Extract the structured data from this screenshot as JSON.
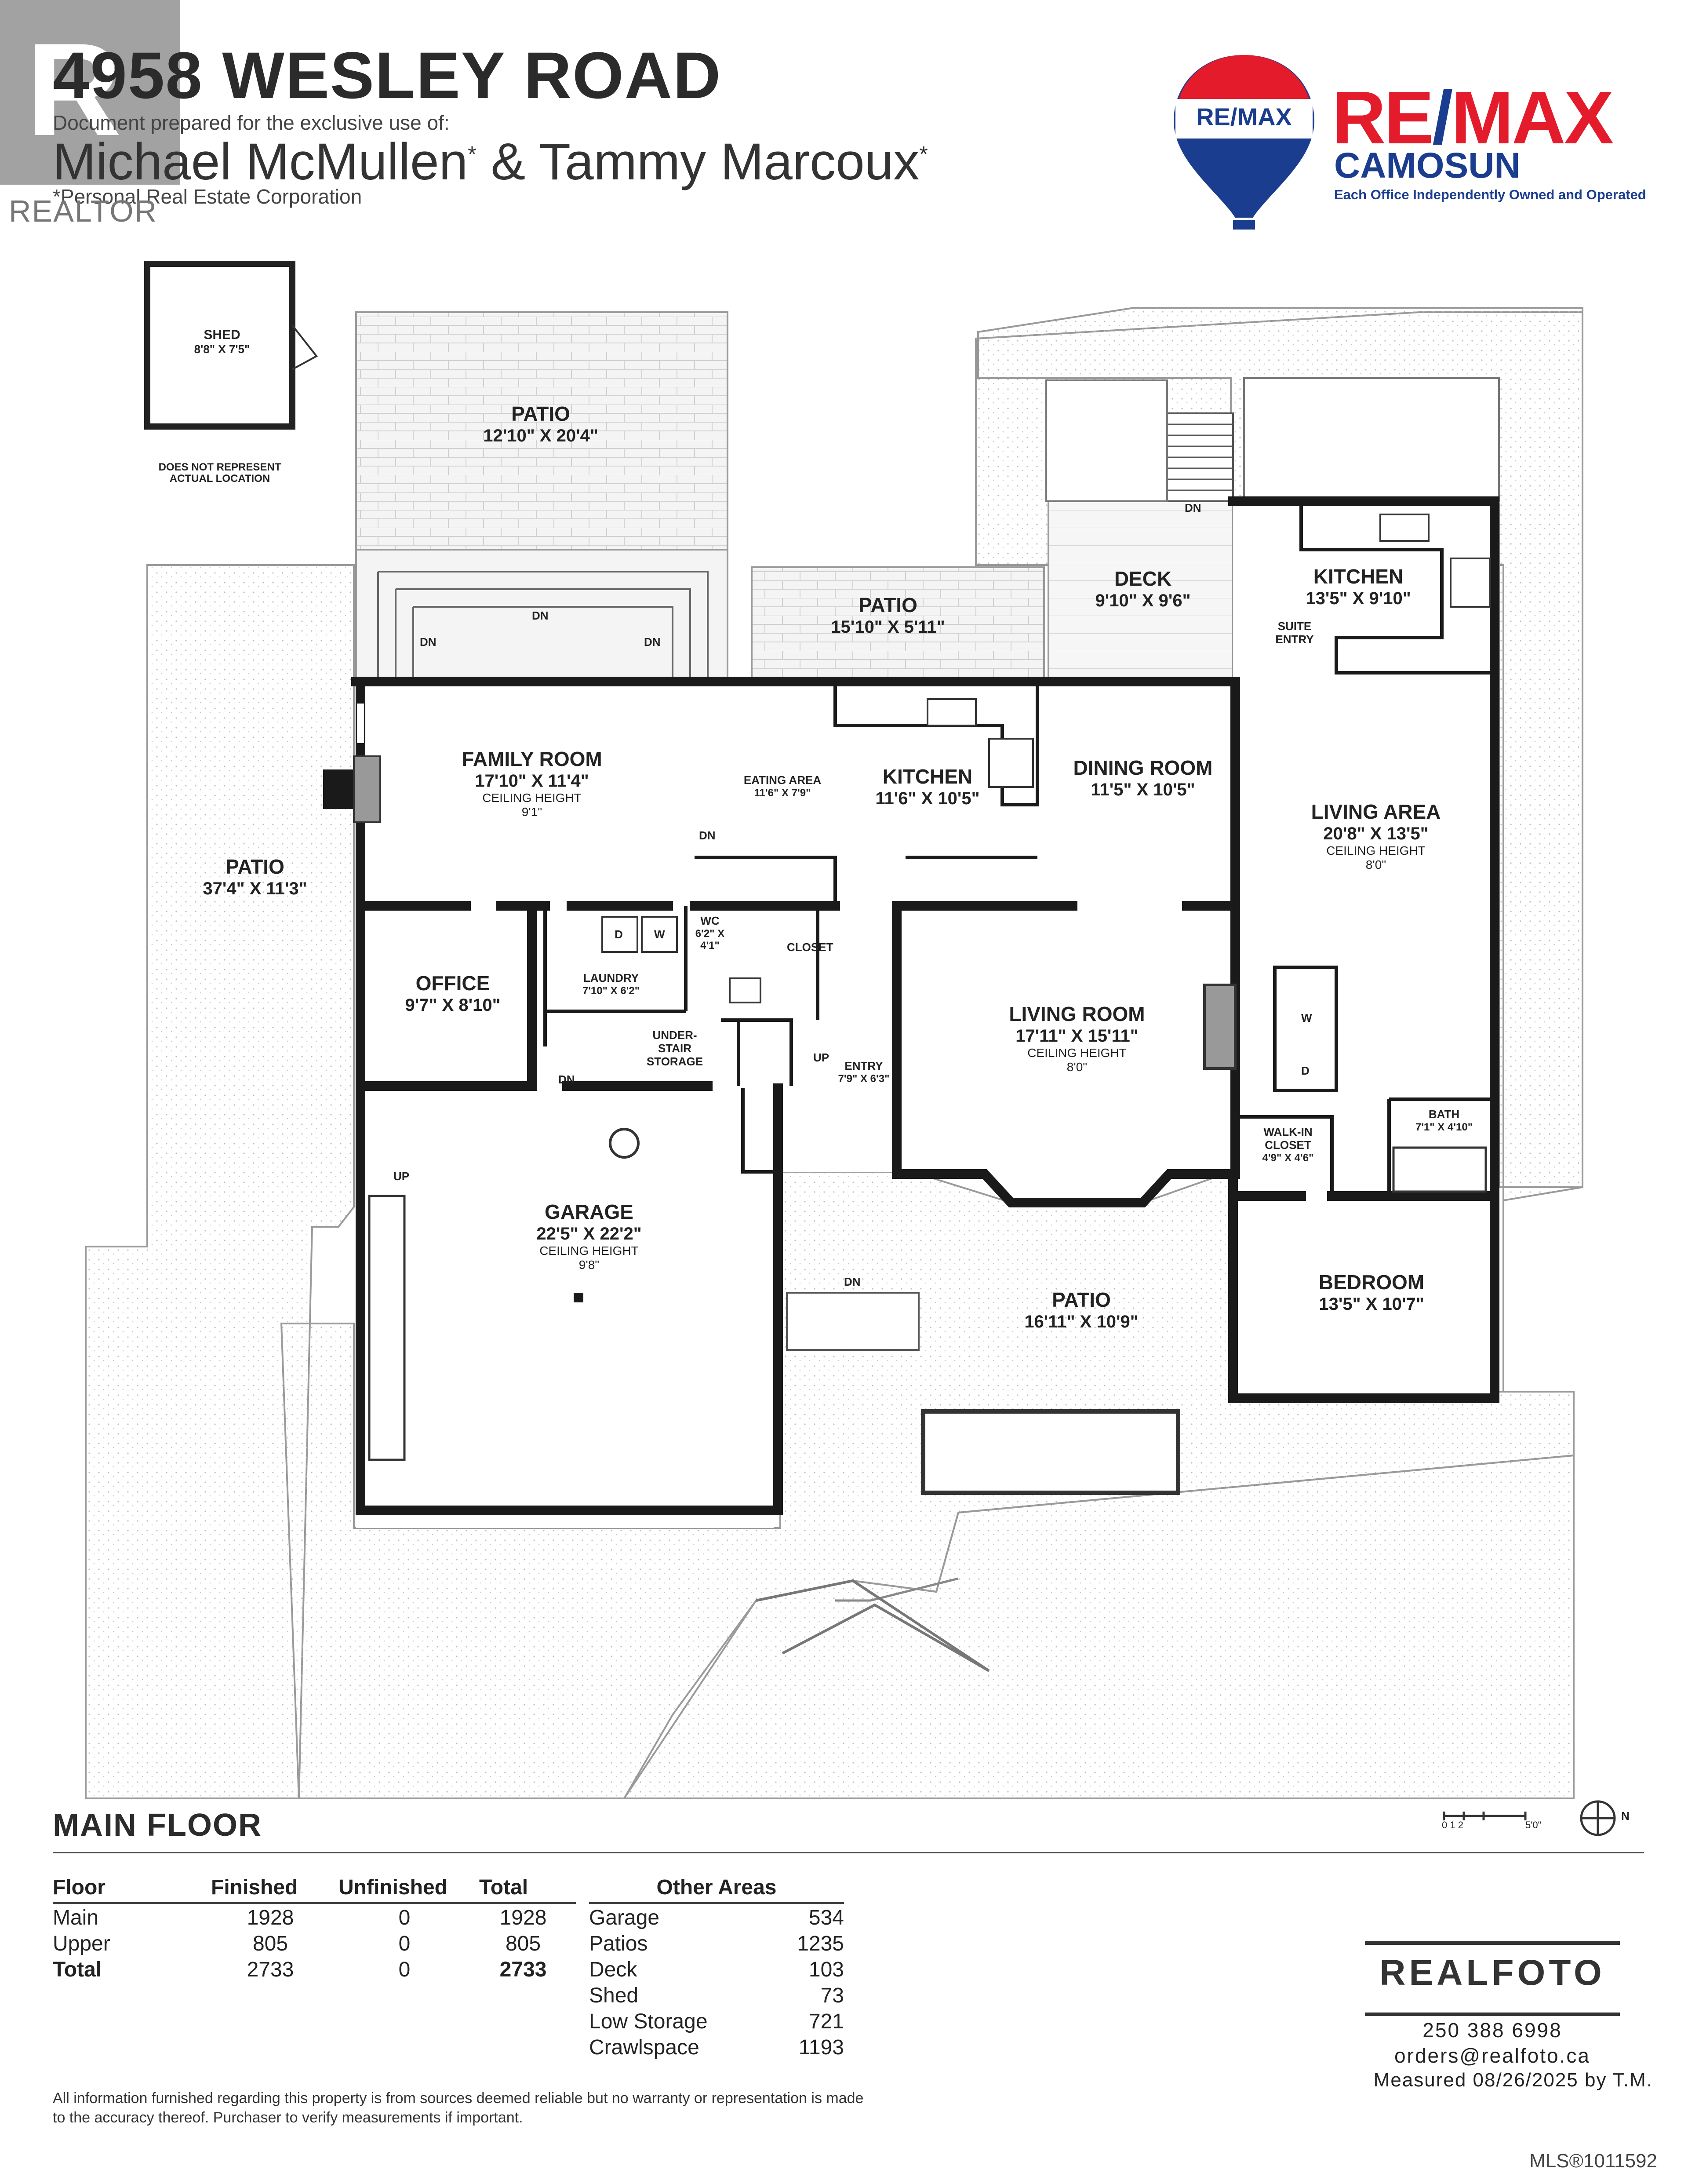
{
  "header": {
    "title": "4958 WESLEY ROAD",
    "prepared_for": "Document prepared for the exclusive use of:",
    "agent_one": "Michael McMullen",
    "agent_two": "Tammy Marcoux",
    "ampersand": "&",
    "asterisk": "*",
    "corporation": "*Personal Real Estate Corporation"
  },
  "watermark": {
    "realtor": "REALTOR",
    "r_mark": "R"
  },
  "brand": {
    "balloon_text": "RE/MAX",
    "name_re": "RE",
    "name_slash": "/",
    "name_max": "MAX",
    "office": "CAMOSUN",
    "tagline": "Each Office Independently Owned and Operated",
    "colors": {
      "red": "#e41b2b",
      "blue": "#1b3d8f"
    }
  },
  "rooms": {
    "shed": {
      "name": "SHED",
      "dims": "8'8\" X 7'5\""
    },
    "shed_note": {
      "line1": "DOES NOT REPRESENT",
      "line2": "ACTUAL LOCATION"
    },
    "patio_top": {
      "name": "PATIO",
      "dims": "12'10\" X 20'4\""
    },
    "patio_mid": {
      "name": "PATIO",
      "dims": "15'10\" X 5'11\""
    },
    "deck": {
      "name": "DECK",
      "dims": "9'10\" X 9'6\""
    },
    "suite_kitchen": {
      "name": "KITCHEN",
      "dims": "13'5\" X 9'10\""
    },
    "suite_entry": {
      "line1": "SUITE",
      "line2": "ENTRY"
    },
    "family_room": {
      "name": "FAMILY ROOM",
      "dims": "17'10\" X 11'4\"",
      "ceiling": "CEILING HEIGHT",
      "height": "9'1\""
    },
    "eating_area": {
      "name": "EATING AREA",
      "dims": "11'6\" X 7'9\""
    },
    "kitchen": {
      "name": "KITCHEN",
      "dims": "11'6\" X 10'5\""
    },
    "dining_room": {
      "name": "DINING ROOM",
      "dims": "11'5\" X 10'5\""
    },
    "living_area": {
      "name": "LIVING AREA",
      "dims": "20'8\" X 13'5\"",
      "ceiling": "CEILING HEIGHT",
      "height": "8'0\""
    },
    "patio_west": {
      "name": "PATIO",
      "dims": "37'4\" X 11'3\""
    },
    "office": {
      "name": "OFFICE",
      "dims": "9'7\" X 8'10\""
    },
    "laundry": {
      "name": "LAUNDRY",
      "dims": "7'10\" X 6'2\""
    },
    "wc": {
      "name": "WC",
      "dims": "6'2\" X 4'1\""
    },
    "closet": {
      "name": "CLOSET"
    },
    "under_stair": {
      "line1": "UNDER-",
      "line2": "STAIR",
      "line3": "STORAGE"
    },
    "entry": {
      "name": "ENTRY",
      "dims": "7'9\" X 6'3\""
    },
    "living_room": {
      "name": "LIVING ROOM",
      "dims": "17'11\" X 15'11\"",
      "ceiling": "CEILING HEIGHT",
      "height": "8'0\""
    },
    "walk_in_closet": {
      "line1": "WALK-IN",
      "line2": "CLOSET",
      "dims": "4'9\" X 4'6\""
    },
    "bath": {
      "name": "BATH",
      "dims": "7'1\" X 4'10\""
    },
    "garage": {
      "name": "GARAGE",
      "dims": "22'5\" X 22'2\"",
      "ceiling": "CEILING HEIGHT",
      "height": "9'8\""
    },
    "patio_south": {
      "name": "PATIO",
      "dims": "16'11\" X 10'9\""
    },
    "bedroom": {
      "name": "BEDROOM",
      "dims": "13'5\" X 10'7\""
    }
  },
  "tags": {
    "dn": "DN",
    "up": "UP",
    "washer": "W",
    "dryer": "D"
  },
  "floor": {
    "label": "MAIN FLOOR"
  },
  "scale": {
    "ticks": "0 1 2",
    "end": "5'0\"",
    "north": "N"
  },
  "area_table": {
    "headers": [
      "Floor",
      "Finished",
      "Unfinished",
      "Total"
    ],
    "rows": [
      {
        "floor": "Main",
        "finished": "1928",
        "unfinished": "0",
        "total": "1928"
      },
      {
        "floor": "Upper",
        "finished": "805",
        "unfinished": "0",
        "total": "805"
      },
      {
        "floor": "Total",
        "finished": "2733",
        "unfinished": "0",
        "total": "2733"
      }
    ]
  },
  "other_areas": {
    "header": "Other Areas",
    "rows": [
      {
        "name": "Garage",
        "value": "534"
      },
      {
        "name": "Patios",
        "value": "1235"
      },
      {
        "name": "Deck",
        "value": "103"
      },
      {
        "name": "Shed",
        "value": "73"
      },
      {
        "name": "Low Storage",
        "value": "721"
      },
      {
        "name": "Crawlspace",
        "value": "1193"
      }
    ]
  },
  "disclaimer": "All information furnished regarding this property is from sources deemed reliable but no warranty or representation is made to the accuracy thereof. Purchaser to verify measurements if important.",
  "realfoto": {
    "name": "REALFOTO",
    "phone": "250 388 6998",
    "email": "orders@realfoto.ca",
    "measured": "Measured 08/26/2025 by T.M."
  },
  "mls": "MLS®1011592"
}
